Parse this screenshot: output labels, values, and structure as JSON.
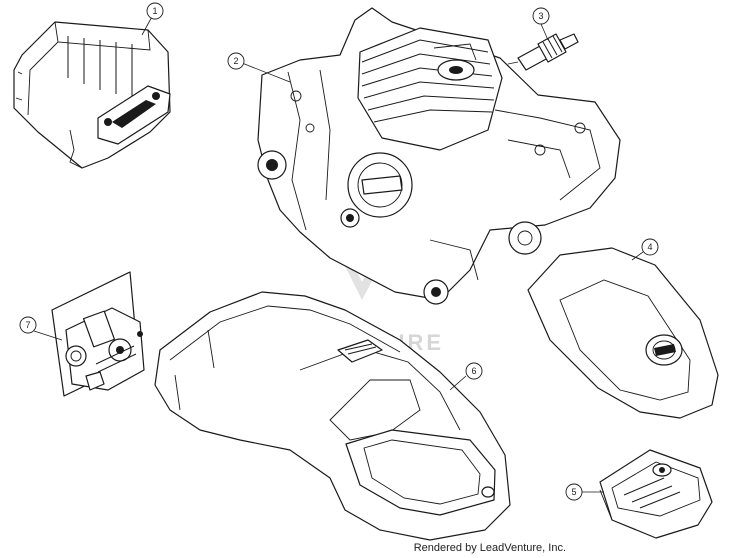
{
  "diagram": {
    "callouts": [
      {
        "id": "callout-1",
        "label": "1"
      },
      {
        "id": "callout-2",
        "label": "2"
      },
      {
        "id": "callout-3",
        "label": "3"
      },
      {
        "id": "callout-4",
        "label": "4"
      },
      {
        "id": "callout-5",
        "label": "5"
      },
      {
        "id": "callout-6",
        "label": "6"
      },
      {
        "id": "callout-7",
        "label": "7"
      }
    ],
    "watermark": "LEADVENTURE",
    "footer": "Rendered by LeadVenture, Inc."
  },
  "colors": {
    "line": "#1a1a1a",
    "watermark": "#d6d6d6",
    "background": "#ffffff"
  }
}
